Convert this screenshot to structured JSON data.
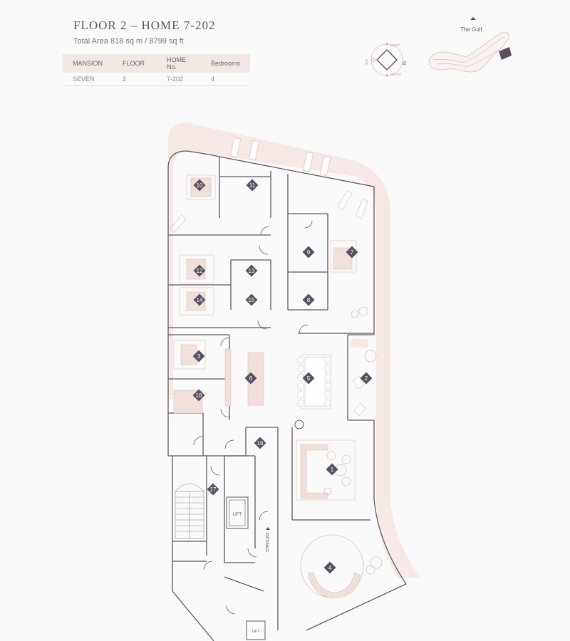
{
  "header": {
    "title": "FLOOR 2 – HOME 7-202",
    "area": "Total Area 818 sq m / 8799 sq ft"
  },
  "info_table": {
    "headers": [
      "MANSION",
      "FLOOR",
      "HOME No.",
      "Bedrooms"
    ],
    "values": [
      "SEVEN",
      "2",
      "7-202",
      "4"
    ]
  },
  "compass": {
    "north": "N",
    "sunset": "sunset",
    "sunrise": "sunrise",
    "sea": "Sea"
  },
  "key_plan": {
    "label": "The Gulf"
  },
  "plan_labels": {
    "lift": "LIFT",
    "lift2": "LIFT",
    "entrance": "ENTRANCE"
  },
  "rooms": [
    {
      "id": "1",
      "label": "1"
    },
    {
      "id": "2",
      "label": "2"
    },
    {
      "id": "3",
      "label": "3"
    },
    {
      "id": "4",
      "label": "4"
    },
    {
      "id": "5",
      "label": "5"
    },
    {
      "id": "6",
      "label": "6"
    },
    {
      "id": "7",
      "label": "7"
    },
    {
      "id": "8",
      "label": "8"
    },
    {
      "id": "9",
      "label": "9"
    },
    {
      "id": "10",
      "label": "10"
    },
    {
      "id": "11",
      "label": "11"
    },
    {
      "id": "12",
      "label": "12"
    },
    {
      "id": "13",
      "label": "13"
    },
    {
      "id": "14",
      "label": "14"
    },
    {
      "id": "15",
      "label": "15"
    },
    {
      "id": "16",
      "label": "16"
    },
    {
      "id": "17",
      "label": "17"
    },
    {
      "id": "18",
      "label": "18"
    }
  ],
  "colors": {
    "wall": "#5f5863",
    "terrace": "#f5e8e4",
    "furniture": "#efdcd6",
    "marker": "#5a5160"
  }
}
